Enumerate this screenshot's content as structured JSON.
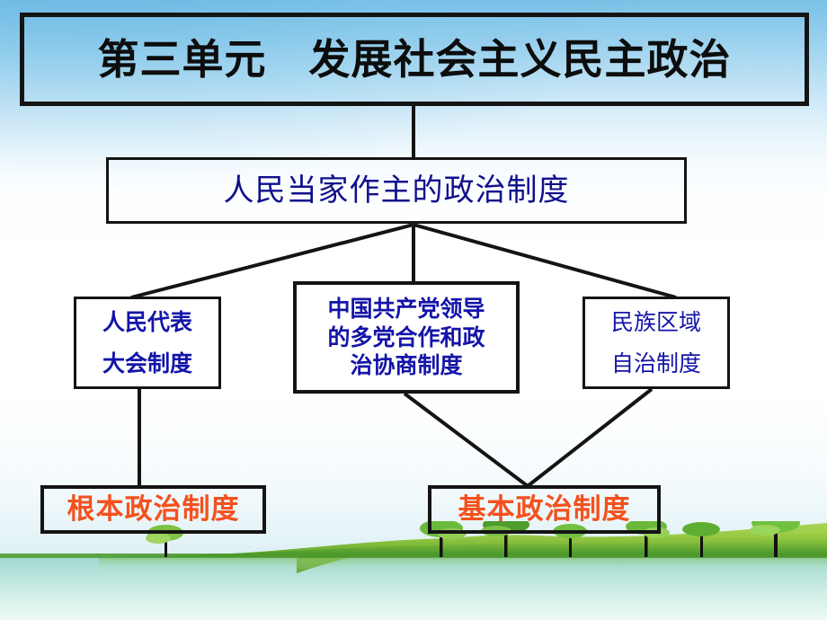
{
  "slide": {
    "title": "第三单元　发展社会主义民主政治",
    "subtitle": "人民当家作主的政治制度"
  },
  "colors": {
    "title_text": "#0d0d0d",
    "node_text": "#1414a8",
    "main_text": "#10108c",
    "result_text": "#f4511e",
    "border": "#141414",
    "sky_top": "#7ac1e7",
    "water": "#9fd6d0",
    "hill_light": "#8cc63f",
    "hill_dark": "#3f8f2b"
  },
  "nodes": {
    "npc": {
      "line1": "人民代表",
      "line2": "大会制度"
    },
    "party": {
      "line1": "中国共产党领导",
      "line2": "的多党合作和政",
      "line3": "治协商制度"
    },
    "ethnic": {
      "line1": "民族区域",
      "line2": "自治制度"
    }
  },
  "results": {
    "fundamental": "根本政治制度",
    "basic": "基本政治制度"
  },
  "diagram": {
    "type": "hierarchy",
    "edges": [
      {
        "from": "title",
        "to": "main"
      },
      {
        "from": "main",
        "to": "npc"
      },
      {
        "from": "main",
        "to": "party"
      },
      {
        "from": "main",
        "to": "ethnic"
      },
      {
        "from": "npc",
        "to": "fundamental"
      },
      {
        "from": "party",
        "to": "basic"
      },
      {
        "from": "ethnic",
        "to": "basic"
      }
    ]
  },
  "background": {
    "scene": "green-hills-with-trees-over-water"
  }
}
